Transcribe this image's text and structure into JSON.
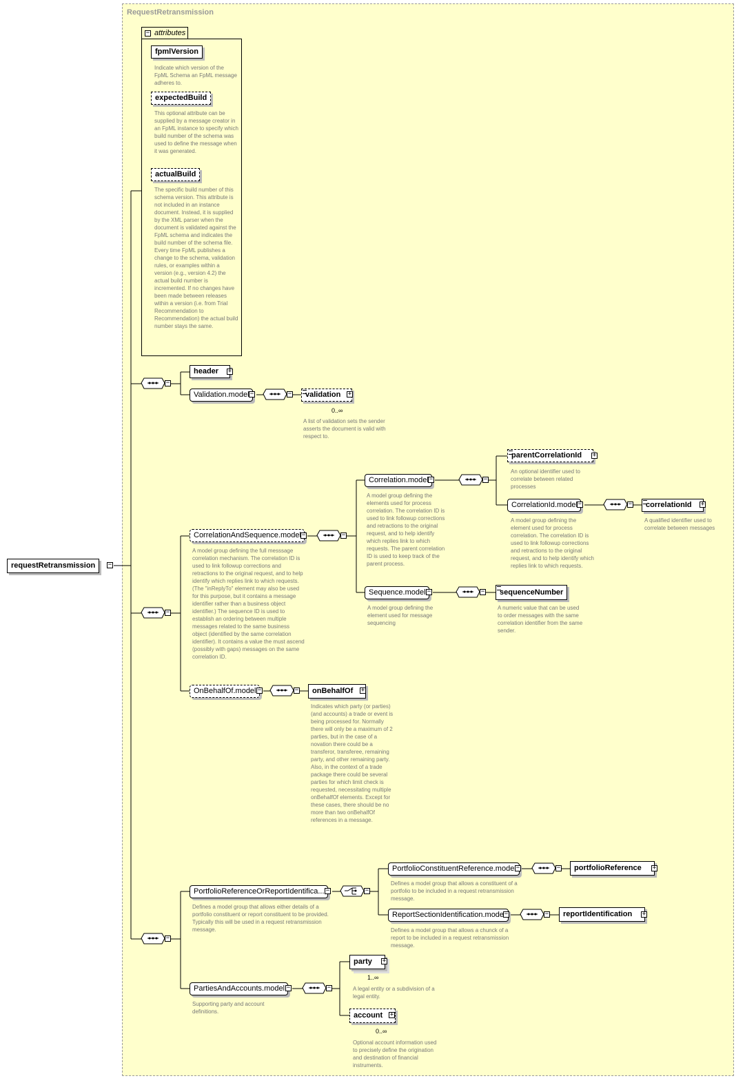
{
  "frame_title": "RequestRetransmission",
  "root": "requestRetransmission",
  "attributes": {
    "tab": "attributes",
    "items": [
      {
        "name": "fpmlVersion",
        "desc": "Indicate which version of the FpML Schema an FpML message adheres to."
      },
      {
        "name": "expectedBuild",
        "desc": "This optional attribute can be supplied by a message creator in an FpML instance to specify which build number of the schema was used to define the message when it was generated."
      },
      {
        "name": "actualBuild",
        "desc": "The specific build number of this schema version. This attribute is not included in an instance document. Instead, it is supplied by the XML parser when the document is validated against the FpML schema and indicates the build number of the schema file. Every time FpML publishes a change to the schema, validation rules, or examples within a version (e.g., version 4.2) the actual build number is incremented. If no changes have been made between releases within a version (i.e. from Trial Recommendation to Recommendation) the actual build number stays the same."
      }
    ]
  },
  "nodes": {
    "header": "header",
    "validation_model": "Validation.model",
    "validation": "validation",
    "validation_card": "0..∞",
    "validation_desc": "A list of validation sets the sender asserts the document is valid with respect to.",
    "cas_model": "CorrelationAndSequence.model",
    "cas_desc": "A model group defining the full messsage correlation mechanism. The correlation ID is used to link followup corrections and retractions to the original request, and to help identify which replies link to which requests. (The \"inReplyTo\" element may also be used for this purpose, but it contains a message identifier rather than a business object identifier.) The sequence ID is used to establish an ordering between multiple messages related to the same business object (identified by the same correlation identifier). It contains a value the must ascend (possibly with gaps) messages on the same correlation ID.",
    "correlation_model": "Correlation.model",
    "correlation_desc": "A model group defining the elements used for process correlation. The correlation ID is used to link followup corrections and retractions to the original request, and to help identify which replies link to which requests. The parent correlation ID is used to keep track of the parent process.",
    "parent_corr": "parentCorrelationId",
    "parent_corr_desc": "An optional identifier used to correlate between related processes",
    "corrid_model": "CorrelationId.model",
    "corrid_model_desc": "A model group defining the element used for process correlation. The correlation ID is used to link followup corrections and retractions to the original request, and to help identify which replies link to which requests.",
    "correlation_id": "correlationId",
    "correlation_id_desc": "A qualified identifier used to correlate between messages",
    "sequence_model": "Sequence.model",
    "sequence_desc": "A model group defining the element used for message sequencing",
    "sequence_number": "sequenceNumber",
    "sequence_number_desc": "A numeric value that can be used to order messages with the same correlation identifier from the same sender.",
    "obo_model": "OnBehalfOf.model",
    "obo": "onBehalfOf",
    "obo_desc": "Indicates which party (or parties) (and accounts) a trade or event is being processed for. Normally there will only be a maximum of 2 parties, but in the case of a novation there could be a transferor, transferee, remaining party, and other remaining party. Also, in the context of a trade package there could be several parties for which limit check is requested, necessitating multiple onBehalfOf elements. Except for these cases, there should be no more than two onBehalfOf references in a message.",
    "prori_model": "PortfolioReferenceOrReportIdentifica...",
    "prori_desc": "Defines a model group that allows either details of a portfolio constituent or report constituent to be provided. Typically this will be used in a request retransmission message.",
    "pcr_model": "PortfolioConstituentReference.model",
    "pcr_desc": "Defines a model group that allows a constituent of a portfolio to be included in a request retransmission message.",
    "portfolio_reference": "portfolioReference",
    "rsi_model": "ReportSectionIdentification.model",
    "rsi_desc": "Defines a model group that allows a chunck of a report to be included in a request retransmission message.",
    "report_identification": "reportIdentification",
    "paa_model": "PartiesAndAccounts.model",
    "paa_desc": "Supporting party and account definitions.",
    "party": "party",
    "party_card": "1..∞",
    "party_desc": "A legal entity or a subdivision of a legal entity.",
    "account": "account",
    "account_card": "0..∞",
    "account_desc": "Optional account information used to precisely define the origination and destination of financial instruments."
  }
}
